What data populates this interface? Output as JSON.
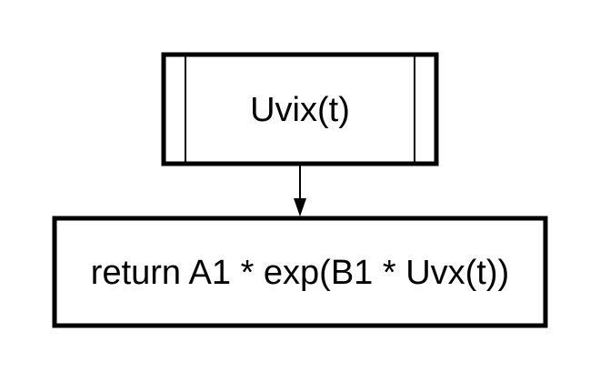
{
  "diagram": {
    "nodes": [
      {
        "id": "subroutine",
        "shape": "predefined-process",
        "label": "Uvix(t)"
      },
      {
        "id": "return-step",
        "shape": "process",
        "label": "return A1 * exp(B1 * Uvx(t))"
      }
    ],
    "edges": [
      {
        "from": "subroutine",
        "to": "return-step",
        "directed": true
      }
    ],
    "colors": {
      "stroke": "#000000",
      "background": "#ffffff",
      "text": "#000000"
    }
  }
}
